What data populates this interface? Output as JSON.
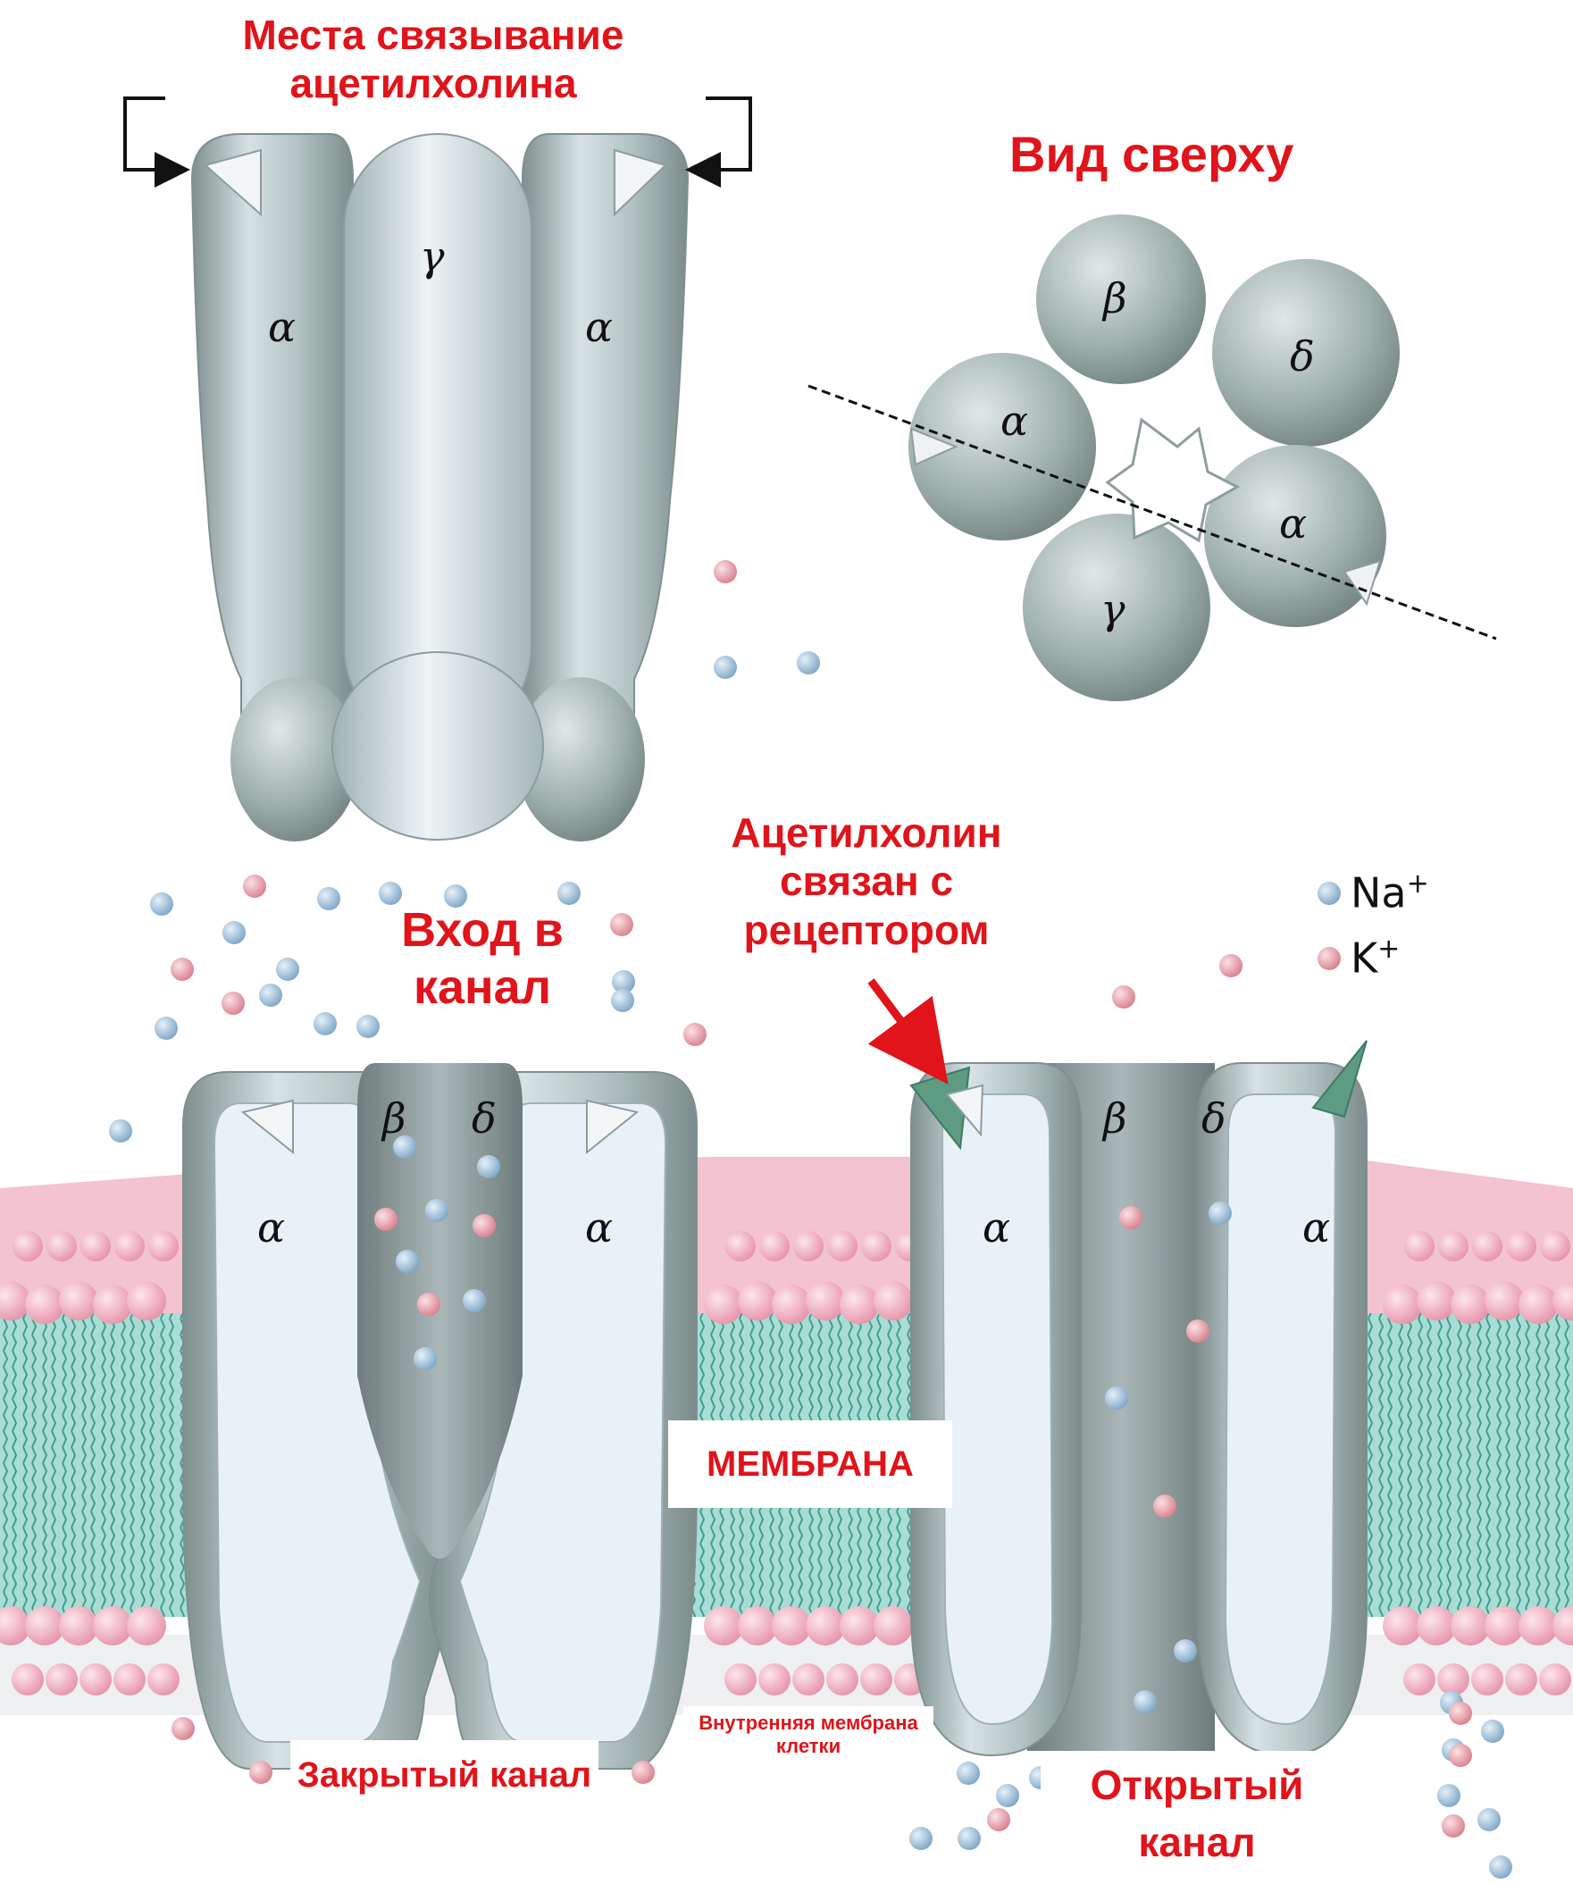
{
  "labels": {
    "binding_sites": "Места связывание ацетилхолина",
    "top_view": "Вид сверху",
    "acetylcholine_bound": "Ацетилхолин связан с рецептором",
    "channel_entrance": "Вход в канал",
    "membrane": "МЕМБРАНА",
    "inner_membrane": "Внутренняя мембрана клетки",
    "closed_channel": "Закрытый канал",
    "open_channel": "Открытый канал"
  },
  "subunits": {
    "alpha": "α",
    "beta": "β",
    "gamma": "γ",
    "delta": "δ"
  },
  "legend": {
    "na": "Na",
    "k": "K",
    "plus": "+"
  },
  "colors": {
    "label_red": "#e0141a",
    "protein_gray": "#a9b8b6",
    "protein_light": "#dfe9ec",
    "na_ion": "#9cc0db",
    "k_ion": "#e59aa3",
    "lipid_head": "#f2b7c6",
    "lipid_tail": "#5fb7ad"
  }
}
